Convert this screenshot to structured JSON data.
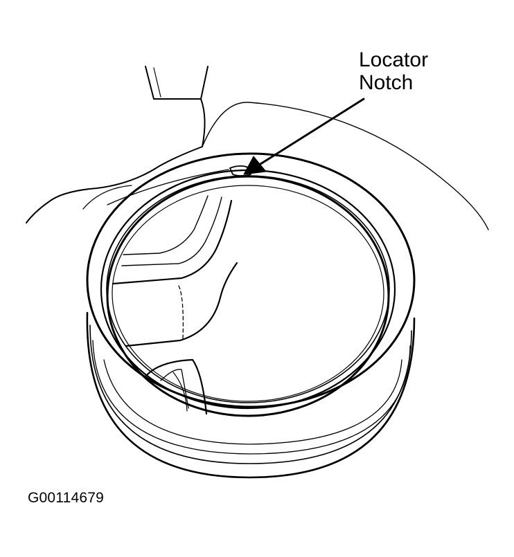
{
  "callout": {
    "line1": "Locator",
    "line2": "Notch"
  },
  "figure_id": "G00114679",
  "colors": {
    "ink": "#000000",
    "paper": "#ffffff"
  }
}
